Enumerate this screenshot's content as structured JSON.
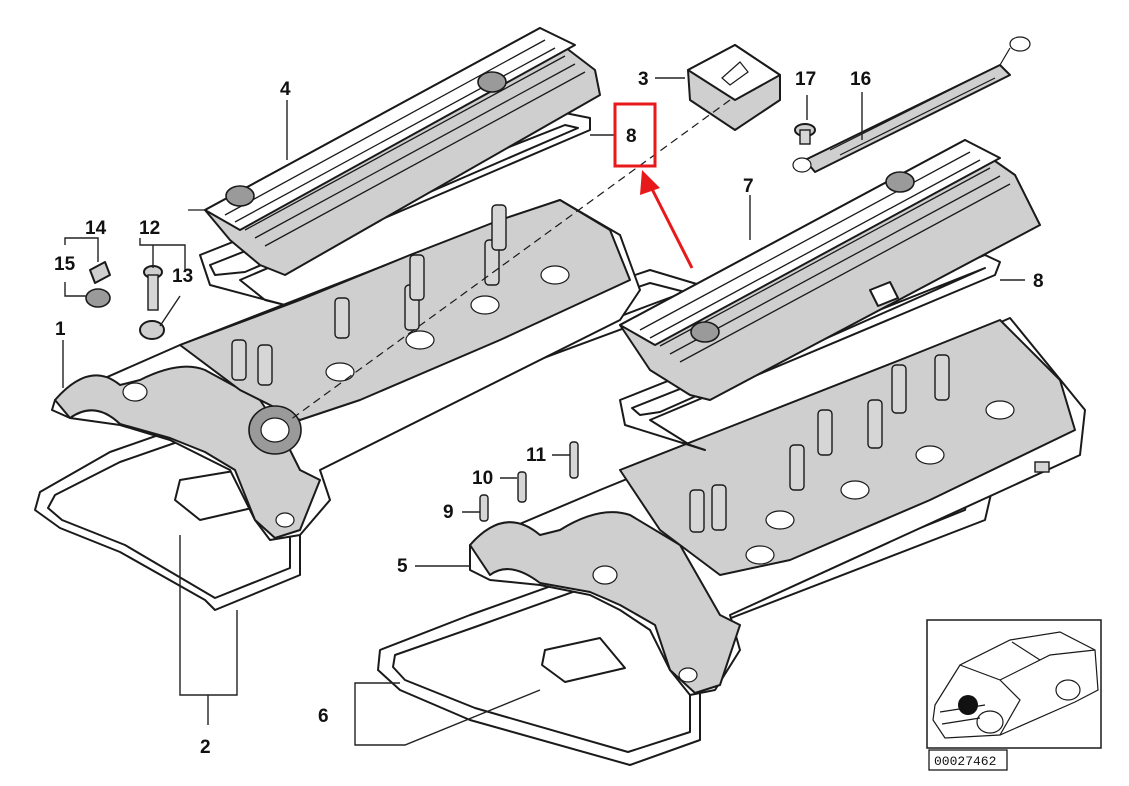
{
  "callouts": [
    {
      "id": "1",
      "label": "1"
    },
    {
      "id": "2",
      "label": "2"
    },
    {
      "id": "3",
      "label": "3"
    },
    {
      "id": "4",
      "label": "4"
    },
    {
      "id": "5",
      "label": "5"
    },
    {
      "id": "6",
      "label": "6"
    },
    {
      "id": "7",
      "label": "7"
    },
    {
      "id": "8a",
      "label": "8"
    },
    {
      "id": "8b",
      "label": "8"
    },
    {
      "id": "9",
      "label": "9"
    },
    {
      "id": "10",
      "label": "10"
    },
    {
      "id": "11",
      "label": "11"
    },
    {
      "id": "12",
      "label": "12"
    },
    {
      "id": "13",
      "label": "13"
    },
    {
      "id": "14",
      "label": "14"
    },
    {
      "id": "15",
      "label": "15"
    },
    {
      "id": "16",
      "label": "16"
    },
    {
      "id": "17",
      "label": "17"
    }
  ],
  "reference_number": "00027462",
  "highlight": {
    "target": "8a",
    "color": "#e8191a"
  }
}
